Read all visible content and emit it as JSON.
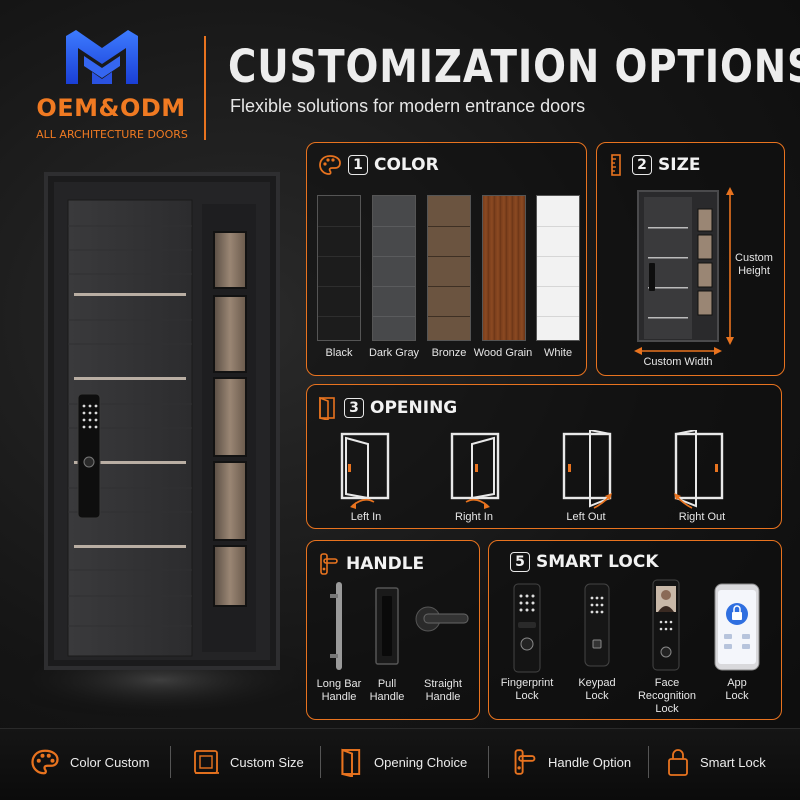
{
  "brand": {
    "name": "OEM&ODM",
    "tagline": "ALL ARCHITECTURE DOORS",
    "accent": "#e8731f",
    "logo": "stacked-m-logo"
  },
  "header": {
    "title": "CUSTOMIZATION OPTIONS",
    "subtitle": "Flexible solutions for modern entrance doors"
  },
  "sections": {
    "color": {
      "number": "1",
      "title": "COLOR",
      "icon": "palette-icon",
      "swatches": [
        {
          "label": "Black",
          "color": "#1c1c1c"
        },
        {
          "label": "Dark Gray",
          "color": "#444547"
        },
        {
          "label": "Bronze",
          "color": "#6b5440"
        },
        {
          "label": "Wood Grain",
          "color": "#7a3e1c"
        },
        {
          "label": "White",
          "color": "#f2f2f2"
        }
      ]
    },
    "size": {
      "number": "2",
      "title": "SIZE",
      "icon": "ruler-icon",
      "height_label": "Custom Height",
      "width_label": "Custom Width"
    },
    "opening": {
      "number": "3",
      "title": "OPENING",
      "icon": "door-open-icon",
      "options": [
        "Left In",
        "Right In",
        "Left Out",
        "Right Out"
      ]
    },
    "handle": {
      "title": "HANDLE",
      "icon": "door-handle-icon",
      "options": [
        {
          "line1": "Long Bar",
          "line2": "Handle"
        },
        {
          "line1": "Pull",
          "line2": "Handle"
        },
        {
          "line1": "Straight",
          "line2": "Handle"
        }
      ]
    },
    "smart_lock": {
      "number": "5",
      "title": "SMART LOCK",
      "options": [
        {
          "line1": "Fingerprint",
          "line2": "Lock"
        },
        {
          "line1": "Keypad",
          "line2": "Lock"
        },
        {
          "line1": "Face",
          "line2": "Recognition",
          "line3": "Lock"
        },
        {
          "line1": "App",
          "line2": "Lock"
        }
      ]
    }
  },
  "bottom_bar": [
    {
      "label": "Color Custom",
      "icon": "palette-icon"
    },
    {
      "label": "Custom Size",
      "icon": "tape-measure-icon"
    },
    {
      "label": "Opening Choice",
      "icon": "door-open-icon"
    },
    {
      "label": "Handle Option",
      "icon": "door-handle-icon"
    },
    {
      "label": "Smart Lock",
      "icon": "padlock-icon"
    }
  ]
}
